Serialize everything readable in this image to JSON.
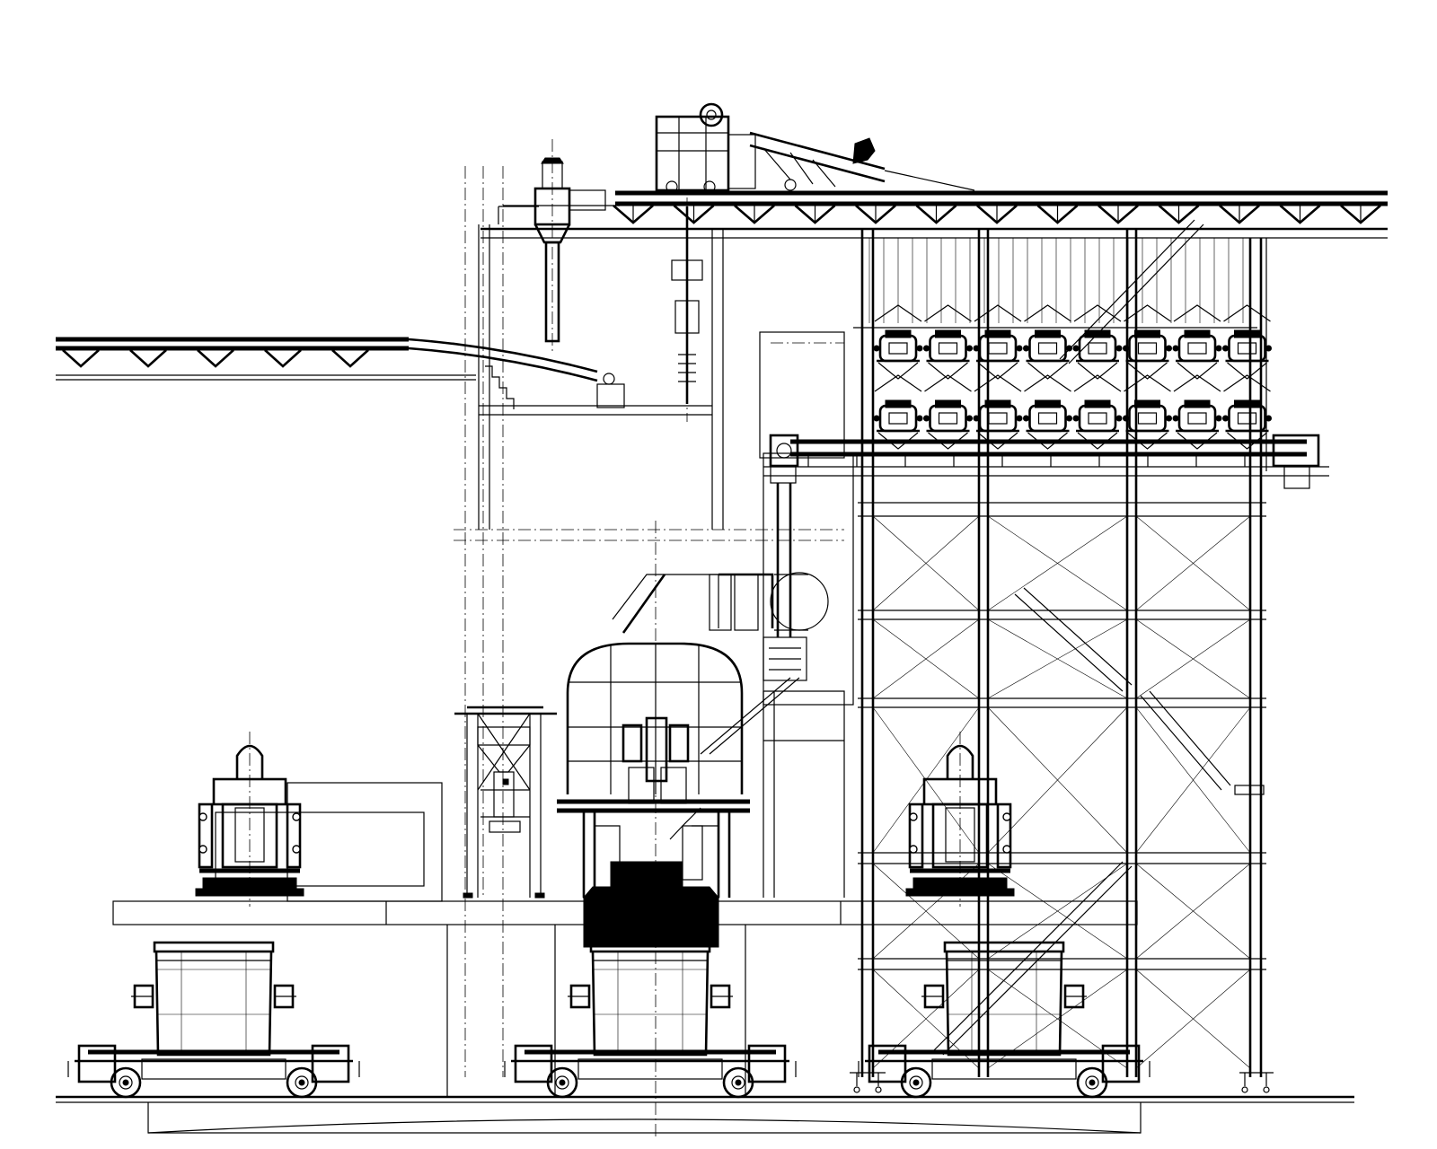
{
  "drawing": {
    "description": "",
    "colors": {
      "line": "#000000",
      "background": "#ffffff"
    },
    "hopper_count": 8,
    "ladle_car_count": 3,
    "upper_conveyor_truss_count": 13,
    "left_conveyor_truss_count": 5
  }
}
